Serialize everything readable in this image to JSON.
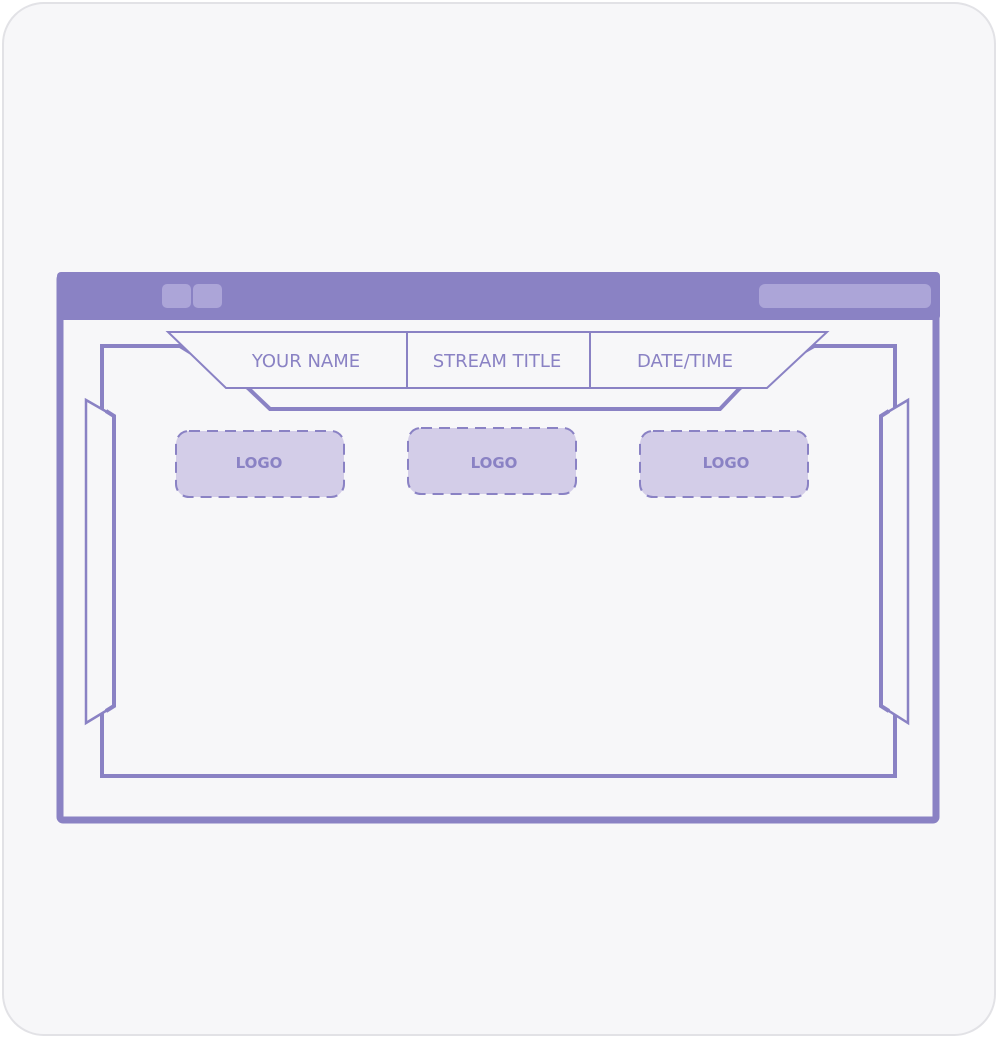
{
  "colors": {
    "accent": "#8a82c4",
    "accent_light": "#aca5d8",
    "logo_fill": "#d3cde8",
    "card_bg": "#f7f7f9",
    "card_border": "#e2e2e6"
  },
  "header": {
    "fields": [
      {
        "label": "YOUR NAME"
      },
      {
        "label": "STREAM TITLE"
      },
      {
        "label": "DATE/TIME"
      }
    ]
  },
  "logos": [
    {
      "label": "LOGO"
    },
    {
      "label": "LOGO"
    },
    {
      "label": "LOGO"
    }
  ]
}
